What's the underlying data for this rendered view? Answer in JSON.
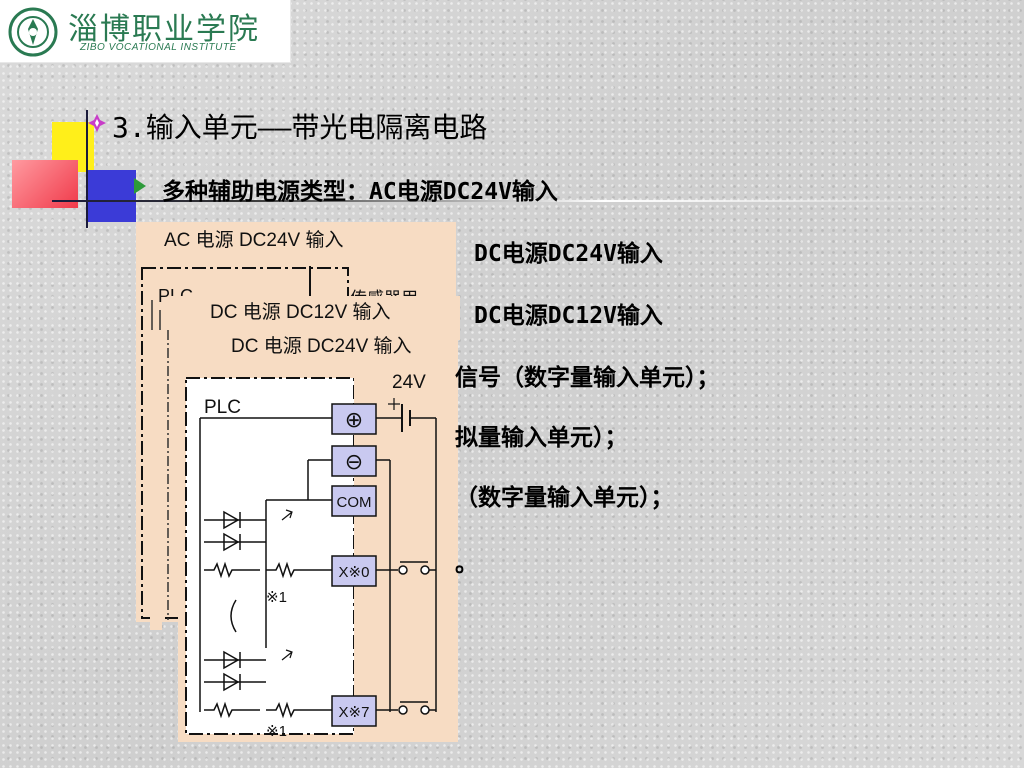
{
  "logo": {
    "name_cn": "淄博职业学院",
    "name_en": "ZIBO VOCATIONAL INSTITUTE"
  },
  "slide": {
    "title": "3.输入单元——带光电隔离电路",
    "sub_bullet": "多种辅助电源类型：AC电源DC24V输入",
    "lines": [
      "DC电源DC24V输入",
      "DC电源DC12V输入",
      "信号（数字量输入单元）；",
      "拟量输入单元）；",
      "（数字量输入单元）；",
      "。"
    ]
  },
  "diagram": {
    "panel_back_title": "AC 电源 DC24V 输入",
    "panel_back_plc": "PLC",
    "panel_back_sensor": "传感器用",
    "panel_mid_title": "DC 电源 DC12V 输入",
    "panel_front_title": "DC 电源 DC24V 输入",
    "plc": "PLC",
    "voltage": "24V",
    "plus_symbol": "⊕",
    "minus_symbol": "⊖",
    "com": "COM",
    "x0": "X※0",
    "x7": "X※7",
    "note1": "※1",
    "note2": "※1"
  },
  "colors": {
    "panel_fill": "#f7dcc3",
    "logo_green": "#2a7a52",
    "arrow_green": "#2d9a3a",
    "terminal_fill": "#c9c9f0"
  }
}
